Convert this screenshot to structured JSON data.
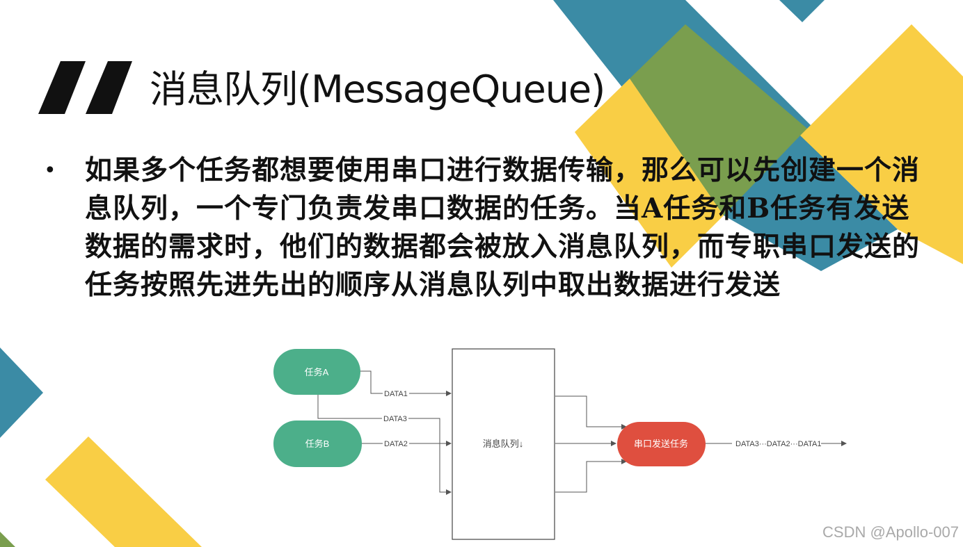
{
  "slide": {
    "title": "消息队列(MessageQueue)",
    "bullet": "如果多个任务都想要使用串口进行数据传输，那么可以先创建一个消息队列，一个专门负责发串口数据的任务。当A任务和B任务有发送数据的需求时，他们的数据都会被放入消息队列，而专职串口发送的任务按照先进先出的顺序从消息队列中取出数据进行发送"
  },
  "diagram": {
    "task_a": "任务A",
    "task_b": "任务B",
    "queue": "消息队列↓",
    "uart_task": "串口发送任务",
    "edge_data1": "DATA1",
    "edge_data2": "DATA2",
    "edge_data3": "DATA3",
    "output": "DATA3···DATA2···DATA1"
  },
  "watermark": "CSDN @Apollo-007",
  "colors": {
    "teal": "#3b8ba5",
    "green": "#7a9e4e",
    "yellow": "#f9ce45",
    "task_green": "#4caf8a",
    "uart_red": "#df4f3f"
  }
}
